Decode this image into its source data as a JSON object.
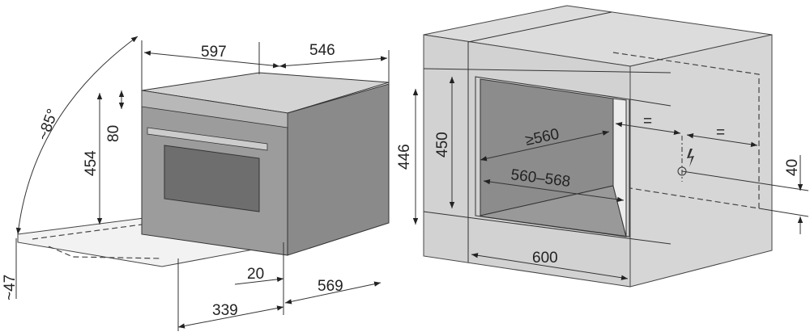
{
  "oven_diagram": {
    "width_label": "597",
    "depth_label": "546",
    "door_angle_label": "~85°",
    "panel_height_label": "80",
    "front_height_label": "454",
    "body_height_label": "446",
    "front_offset_label": "20",
    "door_open_depth_label": "569",
    "door_projection_label": "339",
    "door_drop_label": "~47"
  },
  "niche_diagram": {
    "niche_height_label": "450",
    "min_depth_label": "≥560",
    "width_range_label": "560–568",
    "cabinet_width_label": "600",
    "equal_left_label": "=",
    "equal_right_label": "=",
    "socket_offset_label": "40",
    "power_symbol": "lightning-icon"
  }
}
